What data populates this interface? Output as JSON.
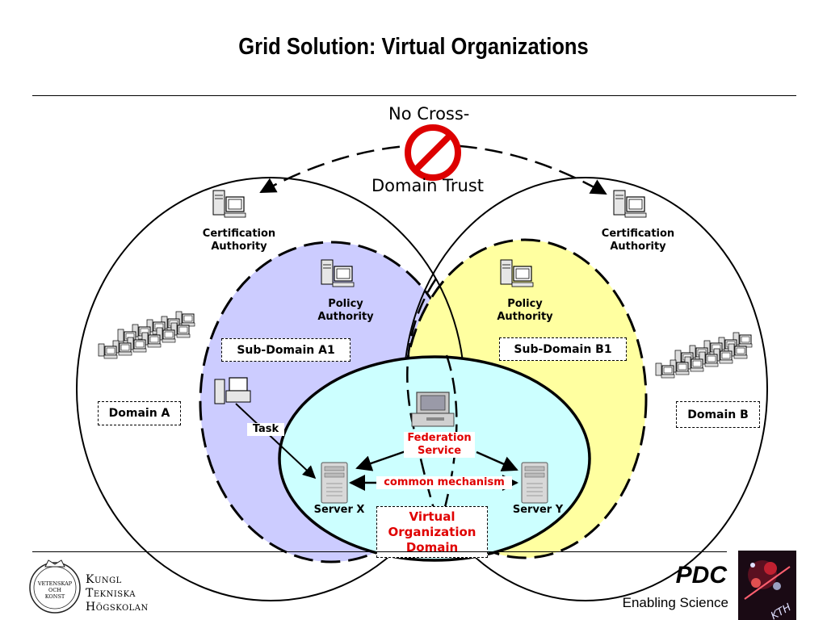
{
  "title": "Grid Solution: Virtual Organizations",
  "trust": {
    "top": "No Cross-",
    "bottom": "Domain Trust"
  },
  "labels": {
    "ca_left": "Certification Authority",
    "ca_right": "Certification Authority",
    "policy_left": "Policy Authority",
    "policy_right": "Policy Authority",
    "subdomain_a1": "Sub-Domain A1",
    "subdomain_b1": "Sub-Domain B1",
    "domain_a": "Domain A",
    "domain_b": "Domain B",
    "task": "Task",
    "federation": "Federation Service",
    "common": "common mechanism",
    "server_x": "Server X",
    "server_y": "Server Y",
    "vo_domain": "Virtual Organization Domain"
  },
  "footer": {
    "pdc": "PDC",
    "tagline": "Enabling Science",
    "kth_line1": "Kungl",
    "kth_line2": "Tekniska",
    "kth_line3": "Högskolan",
    "seal1": "VETENSKAP",
    "seal2": "OCH",
    "seal3": "KONST",
    "kth_badge": "KTH"
  },
  "colors": {
    "subdomain_a_fill": "#ccccff",
    "subdomain_b_fill": "#ffffa0",
    "vo_fill": "#ccffff",
    "accent_red": "#e00000"
  }
}
